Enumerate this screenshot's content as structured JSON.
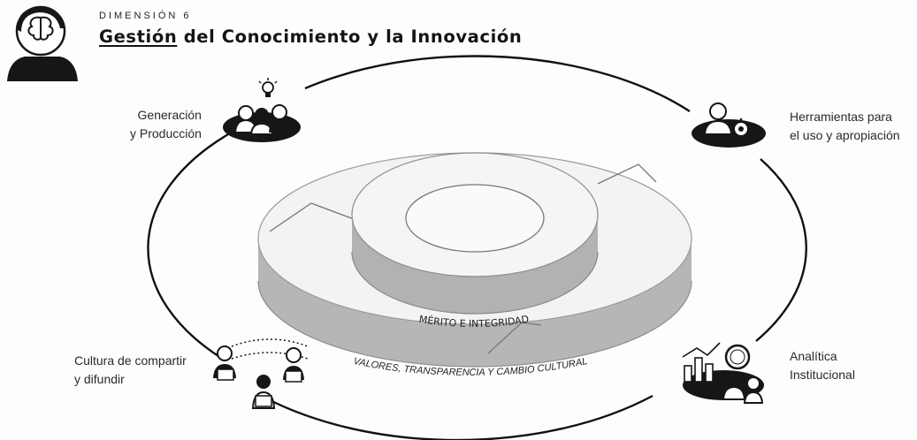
{
  "header": {
    "dimension_label": "DIMENSIÓN 6",
    "title_underlined": "Gestión",
    "title_rest": " del Conocimiento y la Innovación"
  },
  "diagram": {
    "inner_ring_label": "MÉRITO  E  INTEGRIDAD",
    "outer_ring_label": "VALORES, TRANSPARENCIA Y CAMBIO CULTURAL"
  },
  "nodes": {
    "generacion": {
      "line1": "Generación",
      "line2": "y Producción",
      "icon": "team-idea-icon"
    },
    "herramientas": {
      "line1": "Herramientas para",
      "line2": "el uso y apropiación",
      "icon": "person-gear-icon"
    },
    "cultura": {
      "line1": "Cultura de compartir",
      "line2": "y difundir",
      "icon": "people-sharing-icon"
    },
    "analitica": {
      "line1": "Analítica",
      "line2": "Institucional",
      "icon": "analytics-magnifier-icon"
    }
  },
  "colors": {
    "ink": "#1a1a1a",
    "disc_top": "#f2f2f2",
    "disc_side": "#b4b4b4",
    "ring_line": "#111111"
  }
}
